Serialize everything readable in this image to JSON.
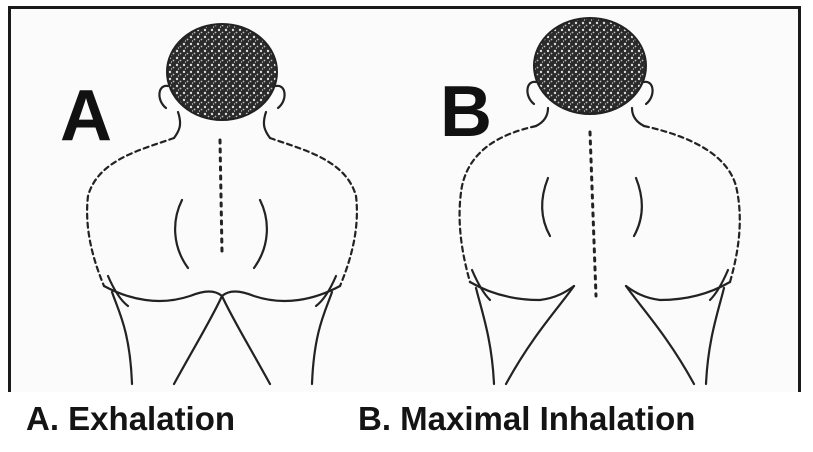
{
  "panels": [
    {
      "letter": "A",
      "caption": "A. Exhalation"
    },
    {
      "letter": "B",
      "caption": "B. Maximal Inhalation"
    }
  ],
  "colors": {
    "ink": "#222222",
    "background": "#ffffff"
  }
}
